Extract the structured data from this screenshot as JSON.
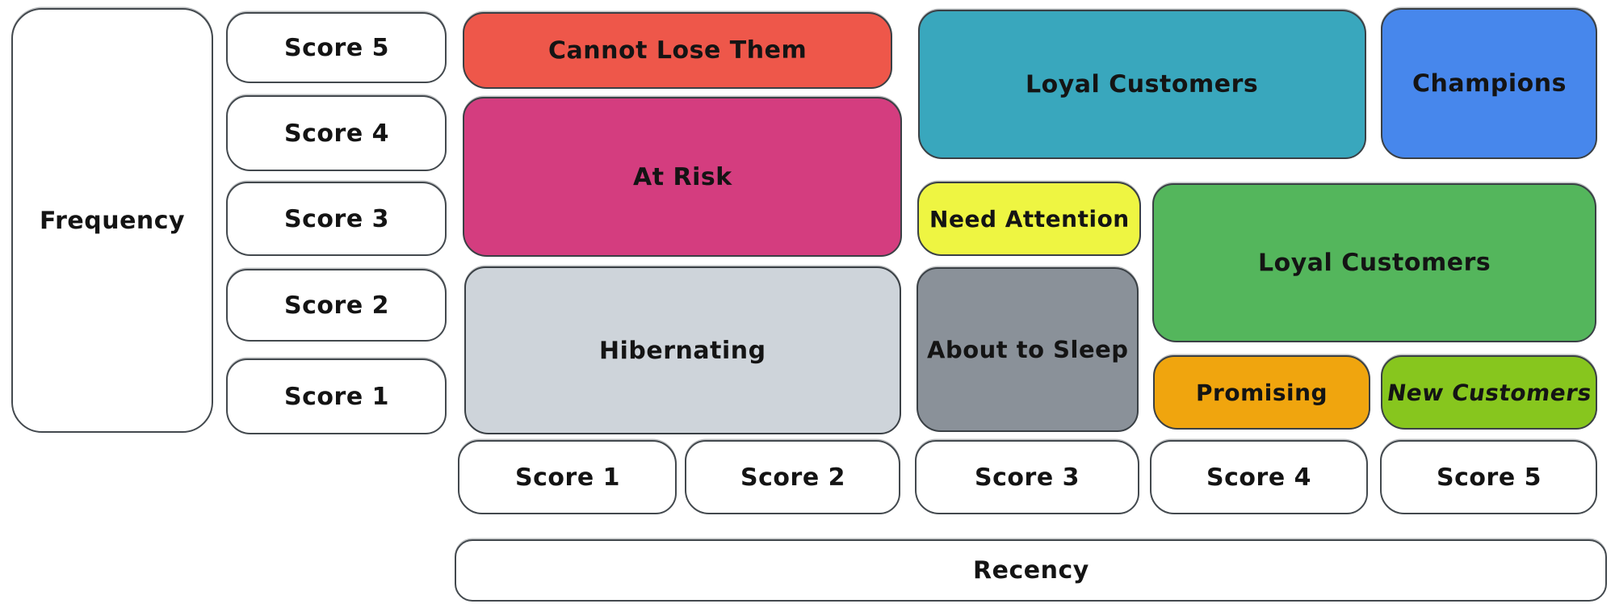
{
  "diagram": {
    "type": "rfm-segmentation-matrix",
    "background": "#ffffff",
    "border_color": "#3a4045"
  },
  "axes": {
    "frequency_label": "Frequency",
    "recency_label": "Recency",
    "frequency_scores": [
      "Score 5",
      "Score 4",
      "Score 3",
      "Score 2",
      "Score 1"
    ],
    "recency_scores": [
      "Score 1",
      "Score 2",
      "Score 3",
      "Score 4",
      "Score 5"
    ]
  },
  "segments": [
    {
      "label": "Cannot Lose Them",
      "color": "#ee574a",
      "recency": "1-2",
      "frequency": "5"
    },
    {
      "label": "At Risk",
      "color": "#d43d7f",
      "recency": "1-2",
      "frequency": "3-4"
    },
    {
      "label": "Hibernating",
      "color": "#ced4da",
      "recency": "1-2",
      "frequency": "1-2"
    },
    {
      "label": "Loyal Customers",
      "color": "#39a7bd",
      "recency": "3-4",
      "frequency": "4-5"
    },
    {
      "label": "Champions",
      "color": "#4787ec",
      "recency": "5",
      "frequency": "4-5"
    },
    {
      "label": "Need Attention",
      "color": "#eef542",
      "recency": "3",
      "frequency": "3"
    },
    {
      "label": "Loyal Customers",
      "color": "#54b65c",
      "recency": "4-5",
      "frequency": "2-3"
    },
    {
      "label": "About to Sleep",
      "color": "#8a9199",
      "recency": "3",
      "frequency": "1-2"
    },
    {
      "label": "Promising",
      "color": "#f0a50e",
      "recency": "4",
      "frequency": "1"
    },
    {
      "label": "New Customers",
      "color": "#87c61e",
      "recency": "5",
      "frequency": "1"
    }
  ]
}
